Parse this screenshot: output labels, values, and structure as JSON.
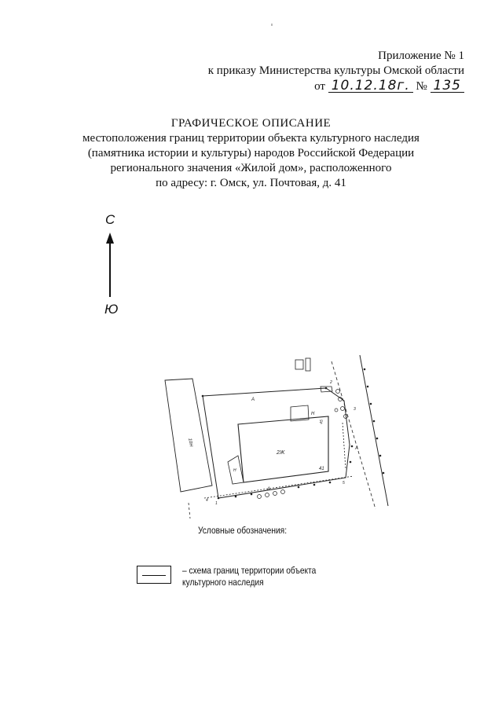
{
  "appendix": {
    "number": "Приложение № 1",
    "order_line": "к приказу Министерства культуры Омской области",
    "date_prefix": "от",
    "date_value": "10.12.18г.",
    "num_prefix": "№",
    "num_value": "135"
  },
  "title": {
    "heading": "ГРАФИЧЕСКОЕ ОПИСАНИЕ",
    "lines": [
      "местоположения границ территории объекта культурного наследия",
      "(памятника истории и культуры) народов Российской Федерации",
      "регионального значения «Жилой дом», расположенного",
      "по адресу: г. Омск, ул. Почтовая, д. 41"
    ]
  },
  "compass": {
    "north": "С",
    "south": "Ю"
  },
  "plan": {
    "labels": {
      "big_house": "10Н",
      "main_house": "2Ж",
      "house_number": "41",
      "side_number": "45",
      "small_n": "Н",
      "left_n": "Н",
      "yard_a_top": "А",
      "yard_a_bottom": "А",
      "yard_a_right": "А",
      "pt1": "1",
      "pt2": "2",
      "pt3": "3",
      "pt4": "4",
      "pt5": "5"
    }
  },
  "legend": {
    "title": "Условные обозначения:",
    "item_text": "– схема границ территории объекта культурного наследия"
  }
}
